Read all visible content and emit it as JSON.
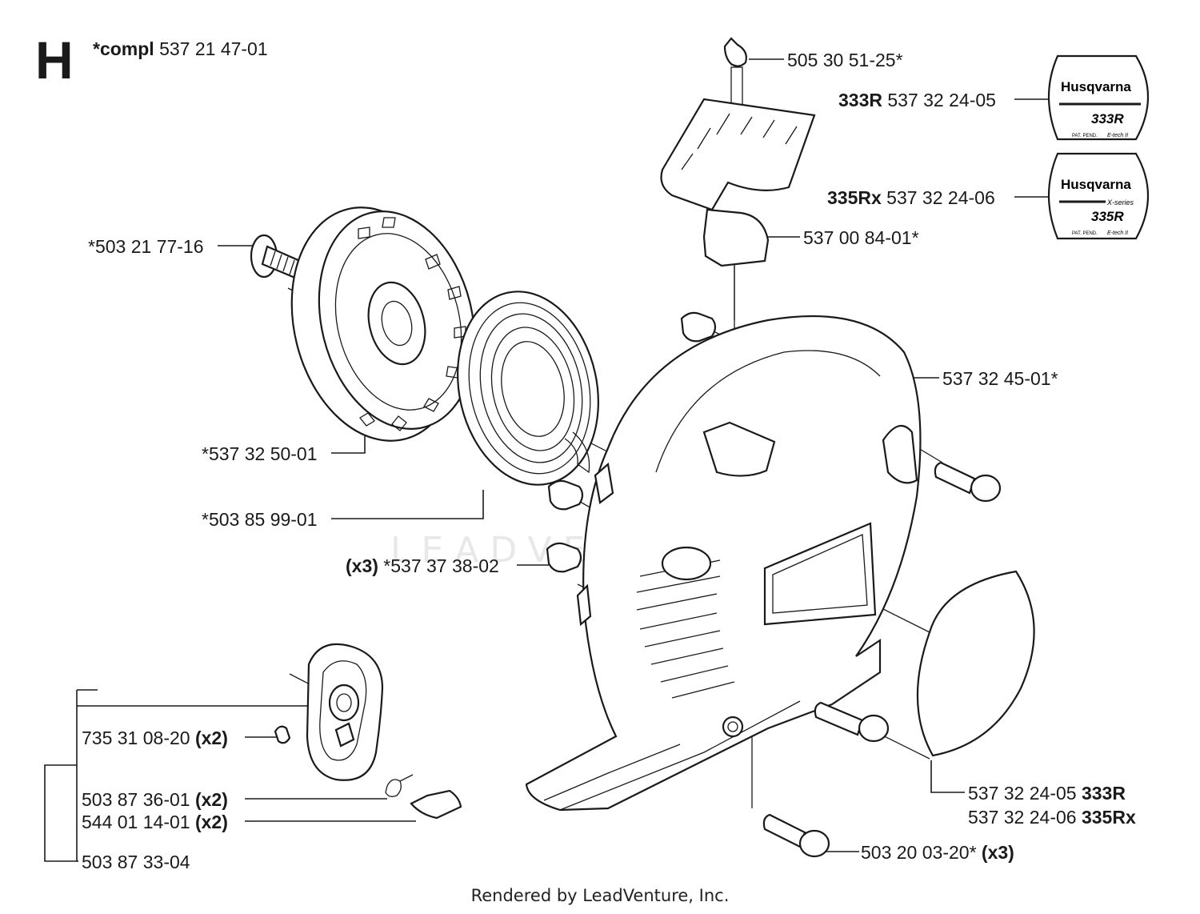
{
  "header": {
    "section_letter": "H",
    "compl_prefix": "*compl",
    "compl_number": "537 21 47-01"
  },
  "callouts": [
    {
      "id": "c1",
      "qty": "",
      "number": "505 30 51-25*",
      "model": ""
    },
    {
      "id": "c2",
      "qty": "",
      "number": "537 32 24-05",
      "model": "333R"
    },
    {
      "id": "c3",
      "qty": "",
      "number": "537 32 24-06",
      "model": "335Rx"
    },
    {
      "id": "c4",
      "qty": "",
      "number": "*503 21 77-16",
      "model": ""
    },
    {
      "id": "c5",
      "qty": "",
      "number": "537 00 84-01*",
      "model": ""
    },
    {
      "id": "c6",
      "qty": "",
      "number": "537 32 45-01*",
      "model": ""
    },
    {
      "id": "c7",
      "qty": "",
      "number": "*537 32 50-01",
      "model": ""
    },
    {
      "id": "c8",
      "qty": "",
      "number": "*503 85 99-01",
      "model": ""
    },
    {
      "id": "c9",
      "qty": "(x3)",
      "number": "*537 37 38-02",
      "model": ""
    },
    {
      "id": "c10",
      "qty": "(x2)",
      "number": "735 31 08-20",
      "model": ""
    },
    {
      "id": "c11",
      "qty": "(x2)",
      "number": "503 87 36-01",
      "model": ""
    },
    {
      "id": "c12",
      "qty": "(x2)",
      "number": "544 01 14-01",
      "model": ""
    },
    {
      "id": "c13",
      "qty": "",
      "number": "503 87 33-04",
      "model": ""
    },
    {
      "id": "c14",
      "qty": "",
      "number": "537 32 24-05",
      "model": "333R"
    },
    {
      "id": "c15",
      "qty": "",
      "number": "537 32 24-06",
      "model": "335Rx"
    },
    {
      "id": "c16",
      "qty": "(x3)",
      "number": "503 20 03-20*",
      "model": ""
    }
  ],
  "decals": [
    {
      "brand": "Husqvarna",
      "series": "",
      "model": "333R",
      "footer_left": "PAT. PEND.",
      "footer_right": "E-tech II"
    },
    {
      "brand": "Husqvarna",
      "series": "X-series",
      "model": "335R",
      "footer_left": "PAT. PEND.",
      "footer_right": "E-tech II"
    }
  ],
  "watermark": "LEADVENTURE",
  "footer": "Rendered by LeadVenture, Inc."
}
